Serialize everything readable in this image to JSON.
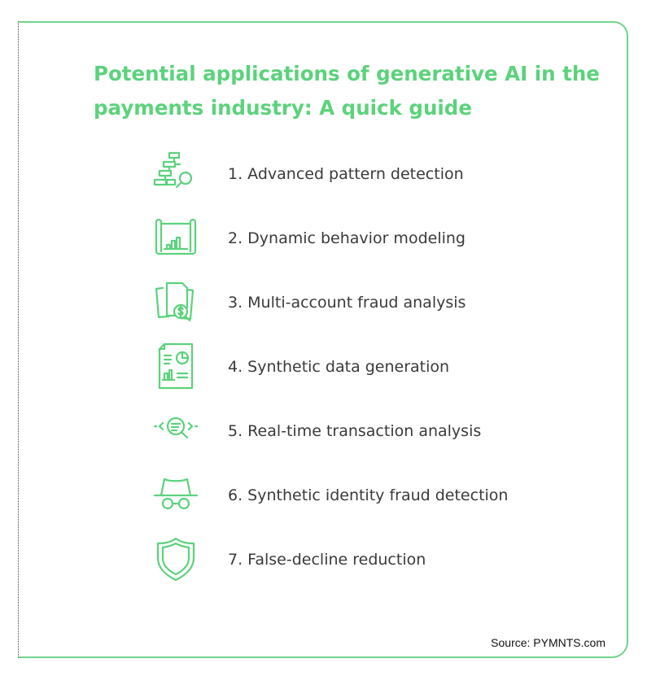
{
  "title": "Potential applications of generative AI in the payments industry: A quick guide",
  "items": [
    {
      "label": "1. Advanced pattern detection",
      "icon": "hierarchy-search-icon"
    },
    {
      "label": "2. Dynamic behavior modeling",
      "icon": "chart-scroll-icon"
    },
    {
      "label": "3. Multi-account fraud analysis",
      "icon": "documents-dollar-search-icon"
    },
    {
      "label": "4. Synthetic data generation",
      "icon": "report-document-icon"
    },
    {
      "label": "5. Real-time transaction analysis",
      "icon": "arrows-search-icon"
    },
    {
      "label": "6. Synthetic identity fraud detection",
      "icon": "spy-hat-glasses-icon"
    },
    {
      "label": "7. False-decline reduction",
      "icon": "shield-icon"
    }
  ],
  "source": "Source: PYMNTS.com",
  "accent": "#5cd27c"
}
